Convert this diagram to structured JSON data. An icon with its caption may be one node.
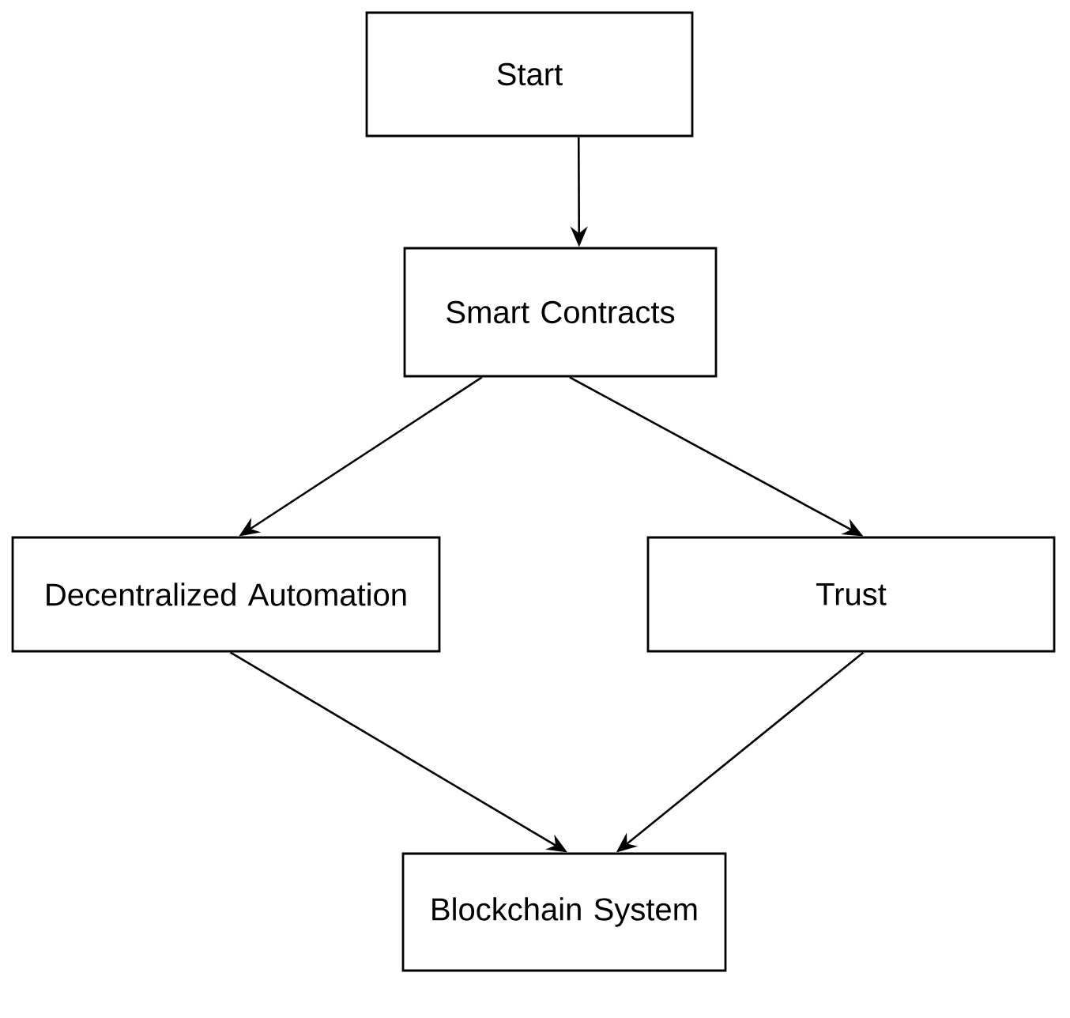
{
  "diagram": {
    "nodes": [
      {
        "text": [
          "Start"
        ]
      },
      {
        "text": [
          "Smart Contracts"
        ]
      },
      {
        "text": [
          "Decentralized Automation"
        ]
      },
      {
        "text": [
          "Trust"
        ]
      },
      {
        "text": [
          "Blockchain System"
        ]
      }
    ],
    "edges": [
      {
        "from": 0,
        "to": 1,
        "arrow": "to"
      },
      {
        "from": 1,
        "to": 2,
        "arrow": "to"
      },
      {
        "from": 1,
        "to": 3,
        "arrow": "to"
      },
      {
        "from": 2,
        "to": 4,
        "arrow": "to"
      },
      {
        "from": 3,
        "to": 4,
        "arrow": "to"
      }
    ]
  }
}
